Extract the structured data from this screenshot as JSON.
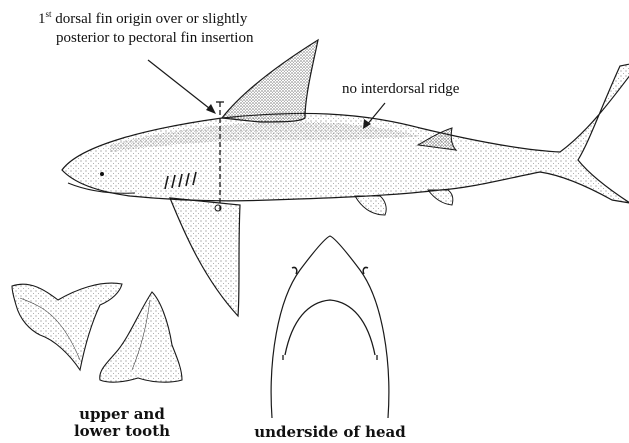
{
  "annotations": {
    "dorsal_origin": {
      "ordinal_number": "1",
      "ordinal_suffix": "st",
      "line1_rest": " dorsal fin origin over or slightly",
      "line2": "posterior to pectoral fin insertion"
    },
    "ridge": "no interdorsal ridge"
  },
  "captions": {
    "teeth_line1": "upper and",
    "teeth_line2": "lower tooth",
    "head": "underside of head"
  },
  "colors": {
    "ink": "#1a1a1a",
    "stipple": "#555555",
    "background": "#ffffff"
  }
}
